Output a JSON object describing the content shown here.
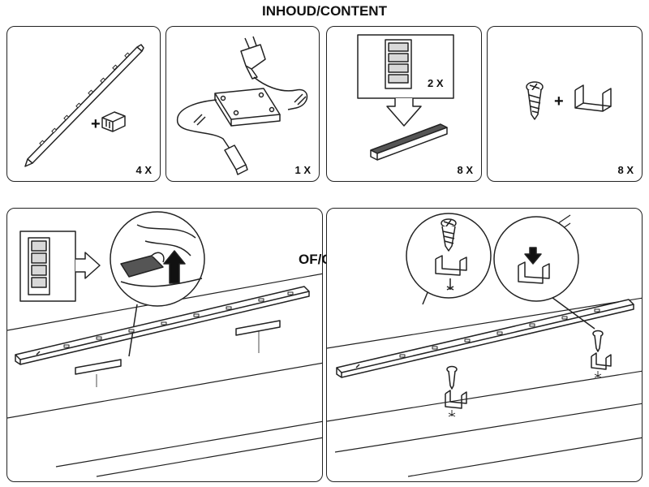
{
  "title": "INHOUD/CONTENT",
  "contents": {
    "strip_qty": "4 X",
    "driver_qty": "1 X",
    "tape_qty": "8 X",
    "tape_sheet_qty": "2 X",
    "screw_clip_qty": "8 X"
  },
  "alternative_label": "OF/OR"
}
